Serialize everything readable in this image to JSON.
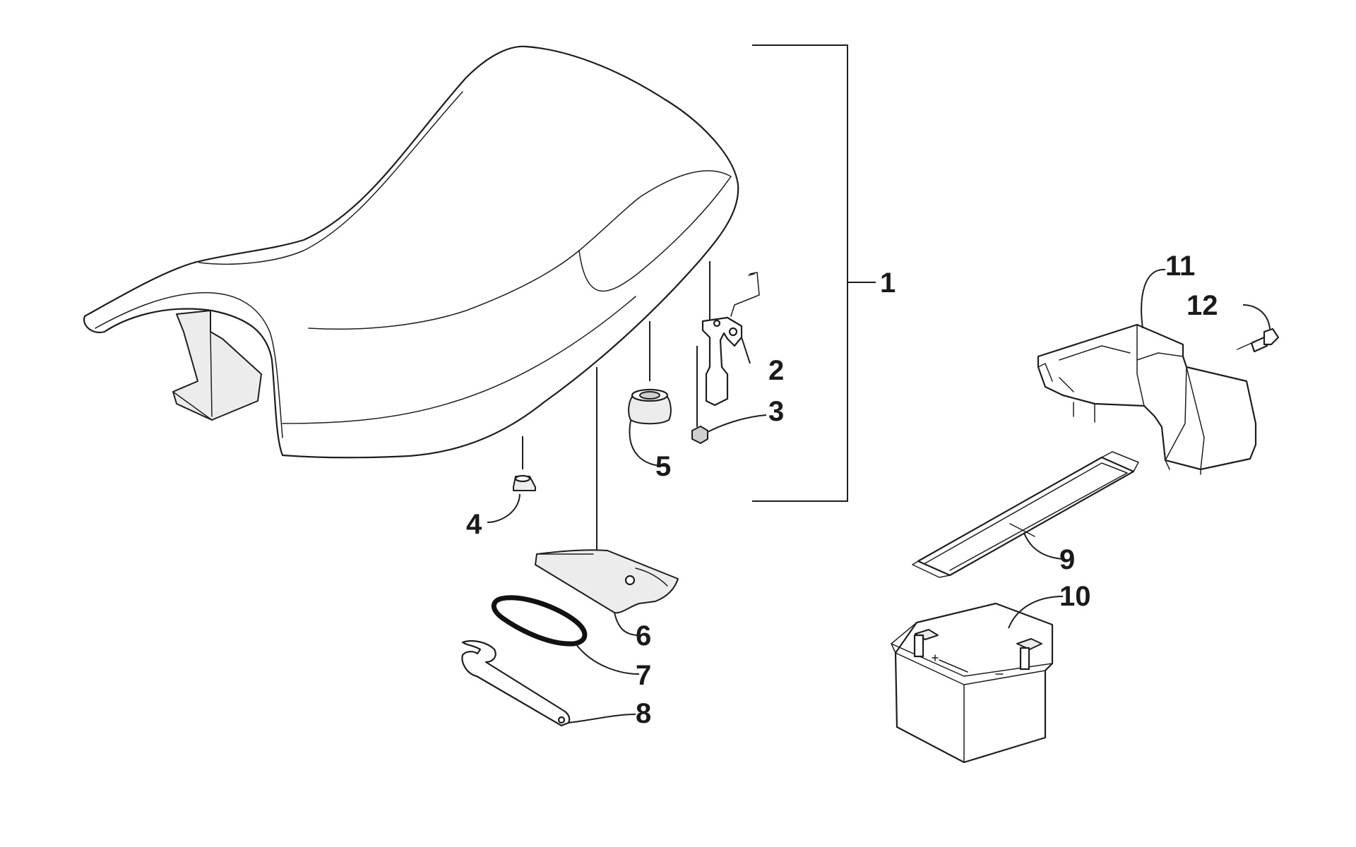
{
  "diagram": {
    "callouts": [
      {
        "id": "1",
        "label": "1"
      },
      {
        "id": "2",
        "label": "2"
      },
      {
        "id": "3",
        "label": "3"
      },
      {
        "id": "4",
        "label": "4"
      },
      {
        "id": "5",
        "label": "5"
      },
      {
        "id": "6",
        "label": "6"
      },
      {
        "id": "7",
        "label": "7"
      },
      {
        "id": "8",
        "label": "8"
      },
      {
        "id": "9",
        "label": "9"
      },
      {
        "id": "10",
        "label": "10"
      },
      {
        "id": "11",
        "label": "11"
      },
      {
        "id": "12",
        "label": "12"
      }
    ],
    "parts": [
      "seat-assembly",
      "seat-latch",
      "latch-nut",
      "bumper-small",
      "bumper-large",
      "storage-tray",
      "o-ring-seal",
      "spanner-wrench",
      "battery-strap",
      "battery",
      "battery-box",
      "bolt"
    ]
  }
}
